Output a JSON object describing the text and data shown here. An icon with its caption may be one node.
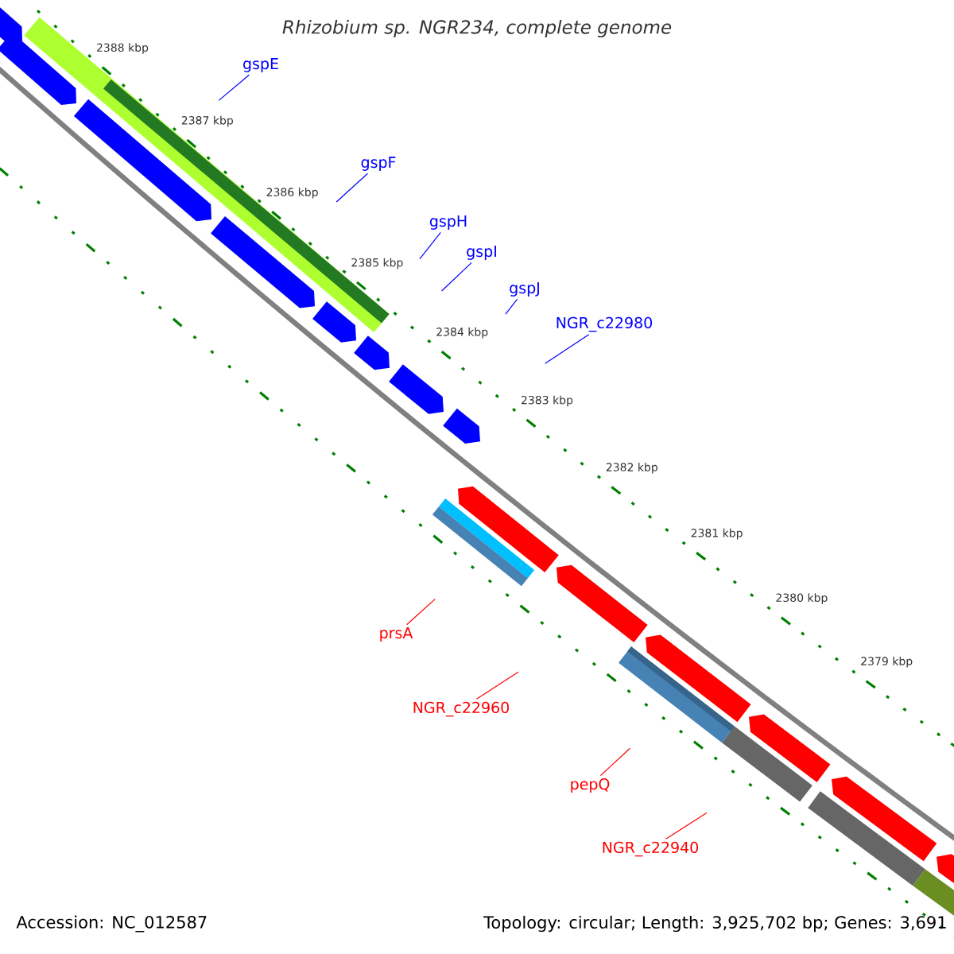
{
  "diagram": {
    "title": "Rhizobium sp. NGR234, complete genome",
    "nodes": [
      {
        "text": [
          "gspE"
        ]
      },
      {
        "text": [
          "gspF"
        ]
      },
      {
        "text": [
          "gspH"
        ]
      },
      {
        "text": [
          "gspI"
        ]
      },
      {
        "text": [
          "gspJ"
        ]
      },
      {
        "text": [
          "NGR_c22980"
        ]
      },
      {
        "text": [
          "prsA"
        ]
      },
      {
        "text": [
          "NGR_c22960"
        ]
      },
      {
        "text": [
          "pepQ"
        ]
      },
      {
        "text": [
          "NGR_c22940"
        ]
      }
    ],
    "edges": [
      {
        "from": 0,
        "to": null,
        "arrow": "none"
      },
      {
        "from": 1,
        "to": null,
        "arrow": "none"
      },
      {
        "from": 2,
        "to": null,
        "arrow": "none"
      },
      {
        "from": 3,
        "to": null,
        "arrow": "none"
      },
      {
        "from": 4,
        "to": null,
        "arrow": "none"
      },
      {
        "from": 5,
        "to": null,
        "arrow": "none"
      },
      {
        "from": 6,
        "to": null,
        "arrow": "none",
        "color": "#ff0000"
      },
      {
        "from": 7,
        "to": null,
        "arrow": "none",
        "color": "#ff0000"
      },
      {
        "from": 8,
        "to": null,
        "arrow": "none",
        "color": "#ff0000"
      },
      {
        "from": 9,
        "to": null,
        "arrow": "none",
        "color": "#ff0000"
      }
    ],
    "labels": [
      "2388 kbp",
      "2387 kbp",
      "2386 kbp",
      "2385 kbp",
      "2384 kbp",
      "2383 kbp",
      "2382 kbp",
      "2381 kbp",
      "2380 kbp",
      "2379 kbp",
      "Accession: NC_012587",
      "Topology: circular; Length: 3,925,702 bp; Genes: 3,691"
    ]
  }
}
